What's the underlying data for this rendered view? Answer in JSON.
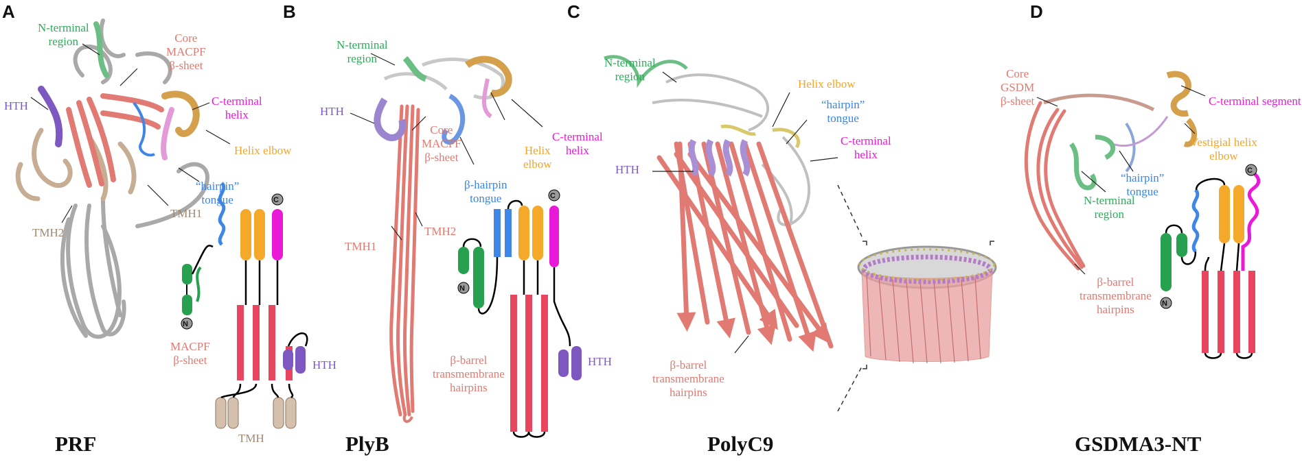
{
  "colors": {
    "salmon": "#e07a72",
    "sheet_red": "#e8455e",
    "green": "#27a050",
    "label_green": "#2eaa5a",
    "blue": "#3f87e6",
    "label_blue": "#3a84e8",
    "orange": "#f4a92a",
    "label_orange": "#f2a52a",
    "magenta": "#e81ad8",
    "purple": "#7d58c0",
    "tan": "#c6ad93",
    "label_tan": "#a08870",
    "gray": "#a9a9a9"
  },
  "panels": [
    {
      "letter": "A",
      "title": "PRF",
      "labels": {
        "nterm": [
          "N-terminal",
          "region"
        ],
        "core": [
          "Core",
          "MACPF",
          "β-sheet"
        ],
        "hth": "HTH",
        "cterm": [
          "C-terminal",
          "helix"
        ],
        "helix_elbow": "Helix elbow",
        "hairpin": [
          "“hairpin”",
          "tongue"
        ],
        "tmh1": "TMH1",
        "tmh2": "TMH2",
        "macpf": [
          "MACPF",
          "β-sheet"
        ],
        "hth_topo": "HTH",
        "tmh_topo": "TMH",
        "c_marker": "C",
        "n_marker": "N"
      }
    },
    {
      "letter": "B",
      "title": "PlyB",
      "labels": {
        "nterm": [
          "N-terminal",
          "region"
        ],
        "hth": "HTH",
        "core": [
          "Core",
          "MACPF",
          "β-sheet"
        ],
        "bhairpin": [
          "β-hairpin",
          "tongue"
        ],
        "helix_elbow": [
          "Helix",
          "elbow"
        ],
        "cterm": [
          "C-terminal",
          "helix"
        ],
        "tmh1": "TMH1",
        "tmh2": "TMH2",
        "barrel": [
          "β-barrel",
          "transmembrane",
          "hairpins"
        ],
        "hth_topo": "HTH",
        "c_marker": "C",
        "n_marker": "N"
      }
    },
    {
      "letter": "C",
      "title": "PolyC9",
      "labels": {
        "nterm": [
          "N-terminal",
          "region"
        ],
        "helix_elbow": "Helix elbow",
        "hairpin": [
          "“hairpin”",
          "tongue"
        ],
        "cterm": [
          "C-terminal",
          "helix"
        ],
        "hth": "HTH",
        "barrel": [
          "β-barrel",
          "transmembrane",
          "hairpins"
        ]
      }
    },
    {
      "letter": "D",
      "title": "GSDMA3-NT",
      "labels": {
        "core": [
          "Core",
          "GSDM",
          "β-sheet"
        ],
        "cterm_seg": "C-terminal segment",
        "vestigial": [
          "Vestigial helix",
          "elbow"
        ],
        "hairpin": [
          "“hairpin”",
          "tongue"
        ],
        "nterm": [
          "N-terminal",
          "region"
        ],
        "barrel": [
          "β-barrel",
          "transmembrane",
          "hairpins"
        ],
        "c_marker": "C",
        "n_marker": "N"
      }
    }
  ]
}
